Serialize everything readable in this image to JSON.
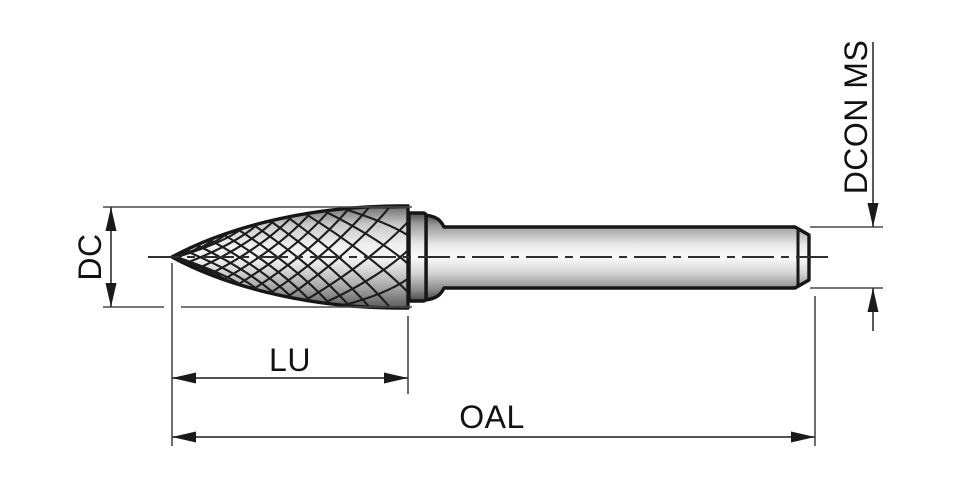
{
  "drawing": {
    "labels": {
      "dc": "DC",
      "lu": "LU",
      "oal": "OAL",
      "dcon": "DCON MS"
    },
    "colors": {
      "background": "#ffffff",
      "part_outline": "#161616",
      "dimension_lines": "#3c3c3c",
      "label_text": "#111111",
      "metal_highlight": "#fafafa",
      "metal_shadow": "#4f4f4f"
    }
  }
}
